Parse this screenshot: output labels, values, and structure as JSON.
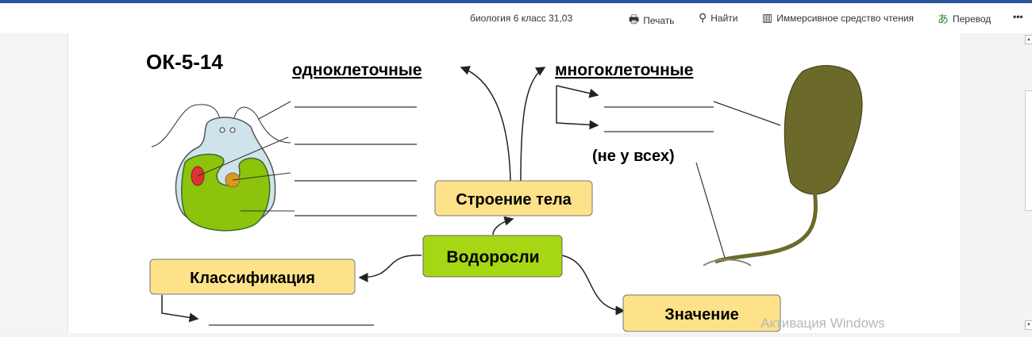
{
  "toolbar": {
    "doc_title": "биология 6 класс 31,03",
    "print": "Печать",
    "find": "Найти",
    "immersive": "Иммерсивное средство чтения",
    "translate": "Перевод",
    "more": "•••"
  },
  "diagram": {
    "code": "ОК-5-14",
    "unicellular": "одноклеточные",
    "multicellular": "многоклеточные",
    "not_all": "(не у всех)",
    "structure": "Строение тела",
    "algae": "Водоросли",
    "classification": "Классификация",
    "importance": "Значение"
  },
  "watermark": "Активация Windows",
  "colors": {
    "accent": "#2b579a",
    "box_yellow": "#fde28a",
    "box_green": "#a6d614"
  }
}
